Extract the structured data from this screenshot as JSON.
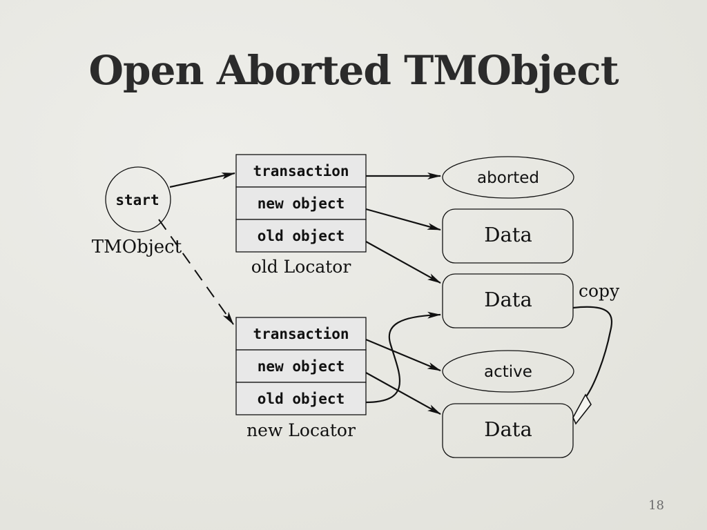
{
  "slide": {
    "title": "Open Aborted TMObject",
    "page_number": "18"
  },
  "diagram": {
    "tmobject": {
      "node_text": "start",
      "caption": "TMObject"
    },
    "old_locator": {
      "caption": "old Locator",
      "fields": [
        "transaction",
        "new object",
        "old object"
      ]
    },
    "new_locator": {
      "caption": "new Locator",
      "fields": [
        "transaction",
        "new object",
        "old object"
      ]
    },
    "status_aborted": "aborted",
    "status_active": "active",
    "data_labels": [
      "Data",
      "Data",
      "Data"
    ],
    "copy_label": "copy"
  },
  "colors": {
    "background": "#e9e9e4",
    "box_fill": "#e8e8e8",
    "stroke": "#111111",
    "title": "#2b2b2b"
  }
}
